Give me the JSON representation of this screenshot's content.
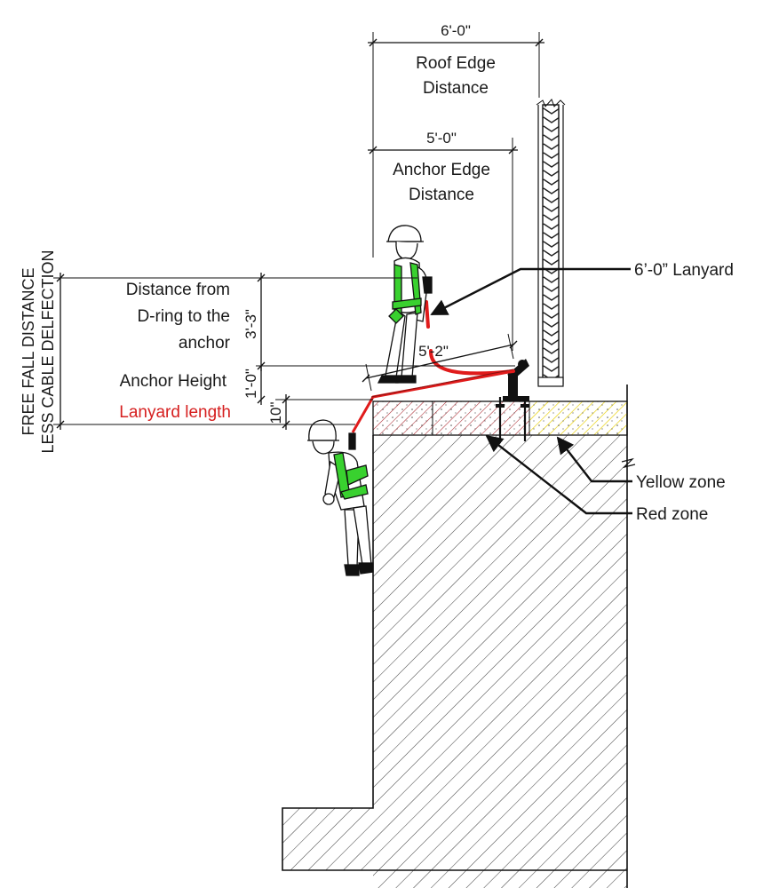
{
  "dimensions": {
    "roof_edge": "6'-0\"",
    "anchor_edge": "5'-0\"",
    "dring_to_anchor": "3'-3\"",
    "anchor_height": "1'-0\"",
    "lanyard_length": "10\"",
    "lanyard_span": "5'-2\""
  },
  "labels": {
    "roof_edge_distance": [
      "Roof Edge",
      "Distance"
    ],
    "anchor_edge_distance": [
      "Anchor Edge",
      "Distance"
    ],
    "dring_to_anchor": [
      "Distance from",
      "D-ring to the",
      "anchor"
    ],
    "anchor_height": "Anchor Height",
    "lanyard_length": "Lanyard length",
    "free_fall": [
      "FREE FALL DISTANCE",
      "LESS CABLE DELFECTION"
    ]
  },
  "callouts": {
    "lanyard": "6’-0” Lanyard",
    "yellow_zone": "Yellow zone",
    "red_zone": "Red zone"
  },
  "colors": {
    "lanyard_red": "#e01b1b",
    "label_red": "#d62020",
    "harness_green": "#39d12f",
    "yellow_zone": "#f0d700",
    "red_zone": "#b3262b",
    "line": "#111111"
  }
}
